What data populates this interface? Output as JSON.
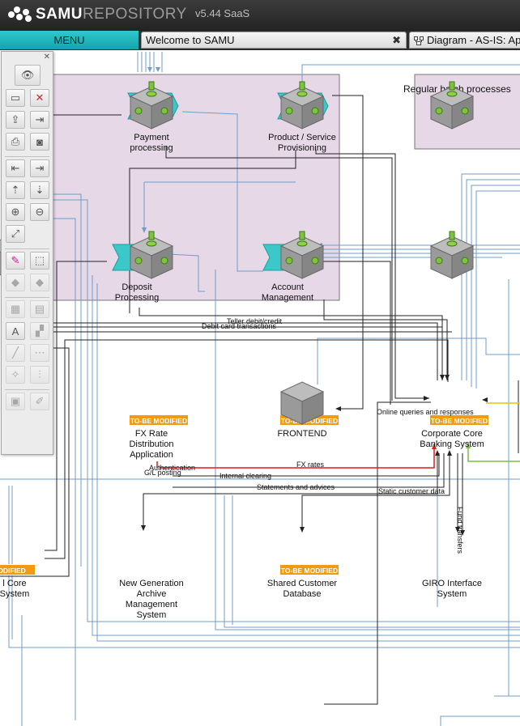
{
  "header": {
    "brand_primary": "SAMU",
    "brand_secondary": "REPOSITORY",
    "version": "v5.44 SaaS"
  },
  "tabs": {
    "menu_label": "MENU",
    "welcome_label": "Welcome to SAMU",
    "diagram_label": "Diagram - AS-IS: Ap"
  },
  "diagram": {
    "group_label": "Regular batch processes",
    "processes": [
      {
        "label": "Payment processing"
      },
      {
        "label": "Product / Service Provisioning"
      },
      {
        "label": "Deposit Processing"
      },
      {
        "label": "Account Management"
      }
    ],
    "systems": [
      {
        "label": "FX Rate Distribution Application",
        "badge": "TO-BE MODIFIED"
      },
      {
        "label": "FRONTEND",
        "badge": "TO-BE MODIFIED"
      },
      {
        "label": "Corporate Core Banking System",
        "badge": "TO-BE MODIFIED"
      },
      {
        "label": "l Core\nSystem",
        "badge": "E MODIFIED"
      },
      {
        "label": "New Generation Archive Management System",
        "badge": ""
      },
      {
        "label": "Shared Customer Database",
        "badge": "TO-BE MODIFIED"
      },
      {
        "label": "GIRO Interface System",
        "badge": ""
      }
    ],
    "edge_labels": {
      "teller": "Teller debit/credit",
      "debit_card": "Debit card transactions",
      "online_queries": "Online queries and responses",
      "fx_rates": "FX rates",
      "authentication": "Authentication",
      "gl_posting": "G/L posting",
      "internal_clearing": "Internal clearing",
      "statements": "Statements and advices",
      "static_customer": "Static customer data",
      "fund_transfers": "Fund transfers"
    },
    "colors": {
      "process_group_fill": "#e6d8e6",
      "process_shape": "#3cc7c8",
      "badge": "#f29a12",
      "connector_blue": "#6f9ec9",
      "connector_black": "#222222",
      "connector_red": "#e01c1c",
      "connector_green": "#7fbf3f",
      "connector_yellow": "#e9c21a"
    }
  },
  "palette": {
    "icons": [
      "view-mode-icon",
      "save-icon",
      "delete-icon",
      "upload-icon",
      "import-icon",
      "print-icon",
      "screenshot-icon",
      "move-left-icon",
      "move-right-icon",
      "move-up-icon",
      "move-down-icon",
      "zoom-in-icon",
      "zoom-out-icon",
      "fit-icon",
      "highlight-icon",
      "select-area-icon",
      "prev-icon",
      "next-icon",
      "grid-icon",
      "layout-icon",
      "text-icon",
      "shape-icon",
      "line-icon",
      "connector-icon",
      "magic-icon",
      "properties-icon",
      "add-object-icon",
      "edit-icon"
    ]
  }
}
